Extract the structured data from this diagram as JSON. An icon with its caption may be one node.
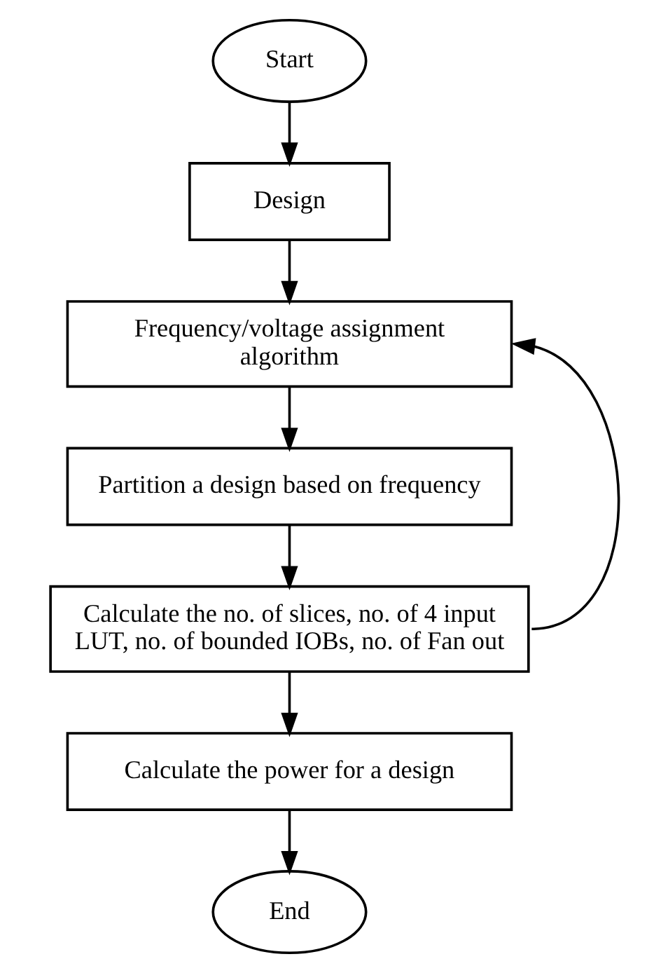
{
  "diagram": {
    "nodes": [
      {
        "text": [
          "Start"
        ]
      },
      {
        "text": [
          "Design"
        ]
      },
      {
        "text": [
          "Frequency/voltage assignment algorithm"
        ]
      },
      {
        "text": [
          "Partition a design based on frequency"
        ]
      },
      {
        "text": [
          "Calculate the no. of slices, no. of 4 input LUT, no. of bounded IOBs, no. of Fan out"
        ]
      },
      {
        "text": [
          "Calculate the power for a design"
        ]
      },
      {
        "text": [
          "End"
        ]
      }
    ],
    "edges": [
      {
        "from": 0,
        "to": 1,
        "arrow": "to"
      },
      {
        "from": 1,
        "to": 2,
        "arrow": "to"
      },
      {
        "from": 2,
        "to": 3,
        "arrow": "to"
      },
      {
        "from": 3,
        "to": 4,
        "arrow": "to"
      },
      {
        "from": 4,
        "to": 2,
        "arrow": "to"
      },
      {
        "from": 4,
        "to": 5,
        "arrow": "to"
      },
      {
        "from": 5,
        "to": 6,
        "arrow": "to"
      }
    ]
  }
}
